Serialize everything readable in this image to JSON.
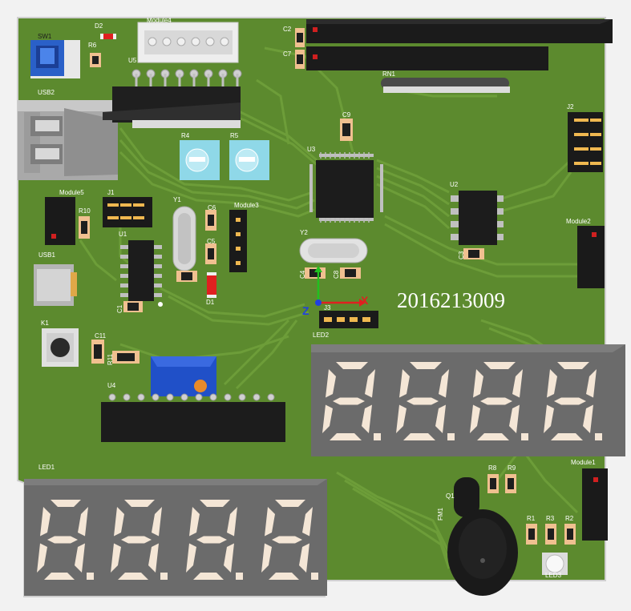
{
  "board": {
    "serial_number": "2016213009",
    "pcb_color": "#5c8a2e",
    "trace_color": "#6d9d3a",
    "edge_color": "#c9c9c9"
  },
  "designators": {
    "sw1": "SW1",
    "d2": "D2",
    "r6": "R6",
    "module_top": "Module4",
    "u5": "U5",
    "c2": "C2",
    "c7": "C7",
    "rn1": "RN1",
    "usb2": "USB2",
    "c9": "C9",
    "j2": "J2",
    "r4": "R4",
    "r5": "R5",
    "u3": "U3",
    "module5": "Module5",
    "j1": "J1",
    "y1": "Y1",
    "c6": "C6",
    "module3": "Module3",
    "u2": "U2",
    "r10": "R10",
    "u1": "U1",
    "c5": "C5",
    "y2": "Y2",
    "module2": "Module2",
    "usb1": "USB1",
    "c4": "C4",
    "c3": "C3",
    "c8": "C8",
    "d1": "D1",
    "c1": "C1",
    "j3": "J3",
    "k1": "K1",
    "c11": "C11",
    "r11": "R11",
    "led2": "LED2",
    "u4": "U4",
    "led1": "LED1",
    "r8": "R8",
    "r9": "R9",
    "module1": "Module1",
    "q1": "Q1",
    "fm1": "FM1",
    "r1": "R1",
    "r3": "R3",
    "r2": "R2",
    "led3": "LED3"
  },
  "axes": {
    "x_label": "X",
    "z_label": "Z",
    "x_color": "#e02020",
    "y_color": "#20c020",
    "z_color": "#2040e0"
  },
  "display_color": "#6b6b6b",
  "segment_color": "#f4e6d6"
}
